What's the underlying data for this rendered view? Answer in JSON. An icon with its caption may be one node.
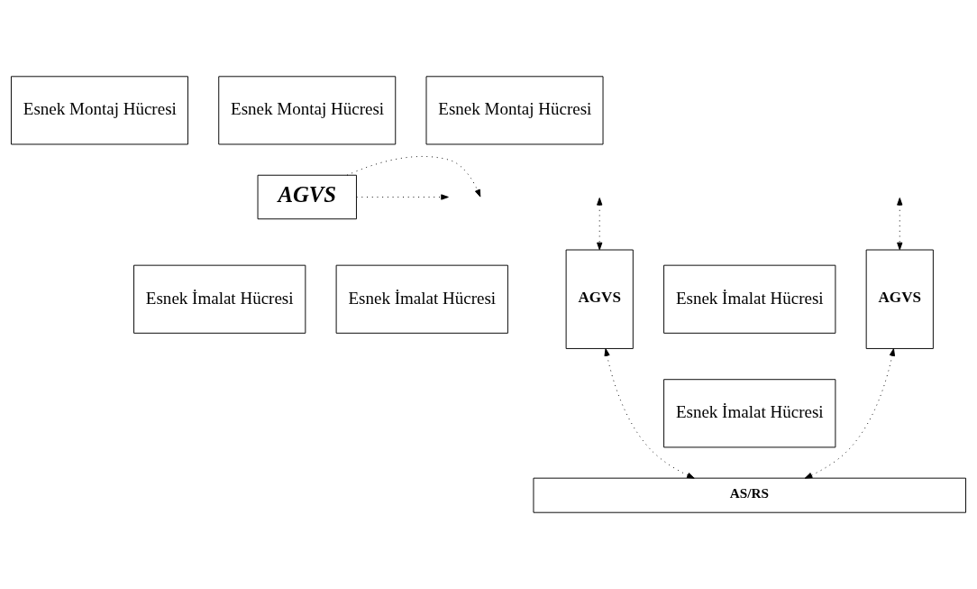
{
  "diagram": {
    "nodes": [
      {
        "text": [
          "Esnek Montaj Hücresi"
        ]
      },
      {
        "text": [
          "Esnek Montaj Hücresi"
        ]
      },
      {
        "text": [
          "Esnek Montaj Hücresi"
        ]
      },
      {
        "text": [
          "AGVS"
        ]
      },
      {
        "text": [
          "Esnek İmalat Hücresi"
        ]
      },
      {
        "text": [
          "AGVS"
        ]
      },
      {
        "text": [
          "Esnek İmalat Hücresi"
        ]
      },
      {
        "text": [
          "AGVS"
        ]
      },
      {
        "text": [
          "Esnek İmalat Hücresi"
        ]
      },
      {
        "text": [
          "Esnek İmalat Hücresi"
        ]
      },
      {
        "text": [
          "AS/RS"
        ]
      }
    ],
    "edges": [
      {
        "from": 3,
        "to": null,
        "arrow": "to"
      },
      {
        "from": 3,
        "to": null,
        "arrow": "to"
      },
      {
        "from": null,
        "to": 5,
        "arrow": "both"
      },
      {
        "from": null,
        "to": 7,
        "arrow": "both"
      },
      {
        "from": 5,
        "to": 10,
        "arrow": "both"
      },
      {
        "from": 7,
        "to": 10,
        "arrow": "both"
      }
    ]
  }
}
